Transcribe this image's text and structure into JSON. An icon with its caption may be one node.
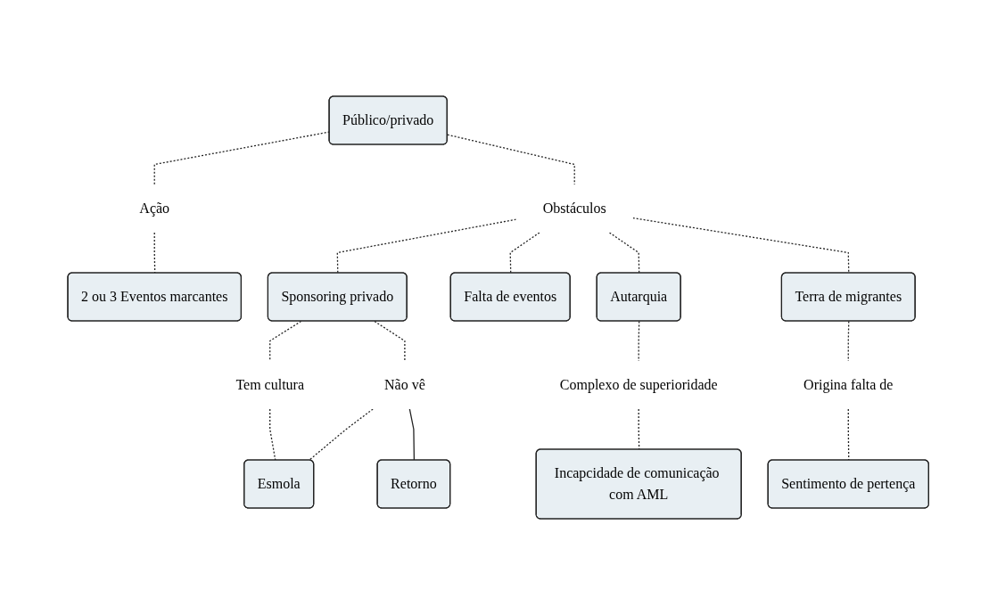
{
  "diagram": {
    "nodes": [
      {
        "text": [
          "Público/privado"
        ]
      },
      {
        "text": [
          "Ação"
        ]
      },
      {
        "text": [
          "2 ou 3 Eventos marcantes"
        ]
      },
      {
        "text": [
          "Obstáculos"
        ]
      },
      {
        "text": [
          "Sponsoring privado"
        ]
      },
      {
        "text": [
          "Falta de eventos"
        ]
      },
      {
        "text": [
          "Autarquia"
        ]
      },
      {
        "text": [
          "Terra de migrantes"
        ]
      },
      {
        "text": [
          "Tem cultura"
        ]
      },
      {
        "text": [
          "Não vê"
        ]
      },
      {
        "text": [
          "Complexo de superioridade"
        ]
      },
      {
        "text": [
          "Origina falta de"
        ]
      },
      {
        "text": [
          "Esmola"
        ]
      },
      {
        "text": [
          "Retorno"
        ]
      },
      {
        "text": [
          "Incapcidade de comunicação com AML"
        ]
      },
      {
        "text": [
          "Sentimento de pertença"
        ]
      }
    ],
    "edges": [
      {
        "from": 0,
        "to": 1,
        "arrow": "none",
        "style": "dashed"
      },
      {
        "from": 1,
        "to": 2,
        "arrow": "none",
        "style": "dashed"
      },
      {
        "from": 0,
        "to": 3,
        "arrow": "none",
        "style": "dashed"
      },
      {
        "from": 3,
        "to": 4,
        "arrow": "none",
        "style": "dashed"
      },
      {
        "from": 3,
        "to": 5,
        "arrow": "none",
        "style": "dashed"
      },
      {
        "from": 3,
        "to": 6,
        "arrow": "none",
        "style": "dashed"
      },
      {
        "from": 3,
        "to": 7,
        "arrow": "none",
        "style": "dashed"
      },
      {
        "from": 4,
        "to": 8,
        "arrow": "none",
        "style": "dashed"
      },
      {
        "from": 4,
        "to": 9,
        "arrow": "none",
        "style": "dashed"
      },
      {
        "from": 8,
        "to": 12,
        "arrow": "none",
        "style": "dashed"
      },
      {
        "from": 9,
        "to": 12,
        "arrow": "none",
        "style": "dashed"
      },
      {
        "from": 9,
        "to": 13,
        "arrow": "none"
      },
      {
        "from": 6,
        "to": 10,
        "arrow": "none",
        "style": "dashed"
      },
      {
        "from": 10,
        "to": 14,
        "arrow": "none",
        "style": "dashed"
      },
      {
        "from": 7,
        "to": 11,
        "arrow": "none",
        "style": "dashed"
      },
      {
        "from": 11,
        "to": 15,
        "arrow": "none",
        "style": "dashed"
      }
    ]
  }
}
